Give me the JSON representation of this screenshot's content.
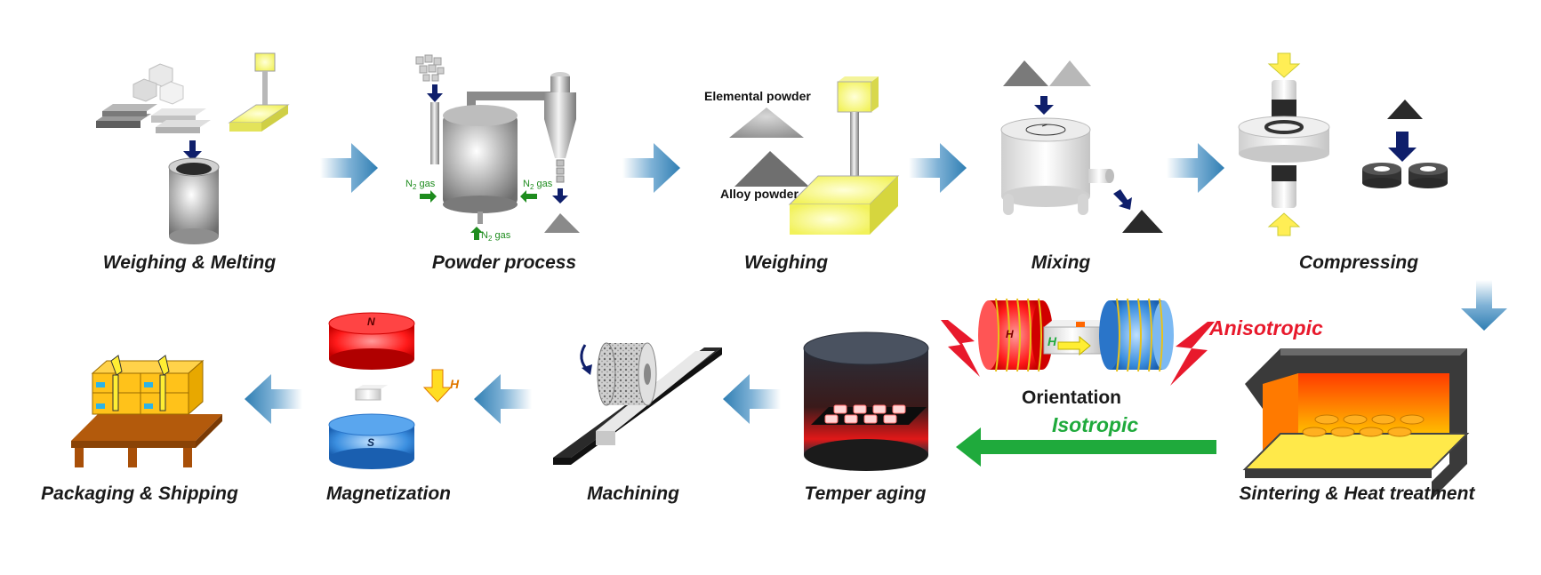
{
  "steps": {
    "weighing_melting": "Weighing & Melting",
    "powder_process": "Powder process",
    "weighing": "Weighing",
    "mixing": "Mixing",
    "compressing": "Compressing",
    "sintering": "Sintering & Heat treatment",
    "orientation": "Orientation",
    "temper_aging": "Temper aging",
    "machining": "Machining",
    "magnetization": "Magnetization",
    "packaging": "Packaging & Shipping"
  },
  "annotations": {
    "elemental_powder": "Elemental powder",
    "alloy_powder": "Alloy powder",
    "n2_gas_base": "N",
    "n2_gas_sub": "2",
    "n2_gas_unit": " gas",
    "anisotropic": "Anisotropic",
    "isotropic": "Isotropic",
    "field_h": "H",
    "pole_n": "N",
    "pole_s": "S"
  },
  "colors": {
    "flow_arrow": "#2f7eb3",
    "anisotropic": "#e8192c",
    "isotropic": "#1faa3c",
    "dark_arrow": "#0f1f6b"
  }
}
